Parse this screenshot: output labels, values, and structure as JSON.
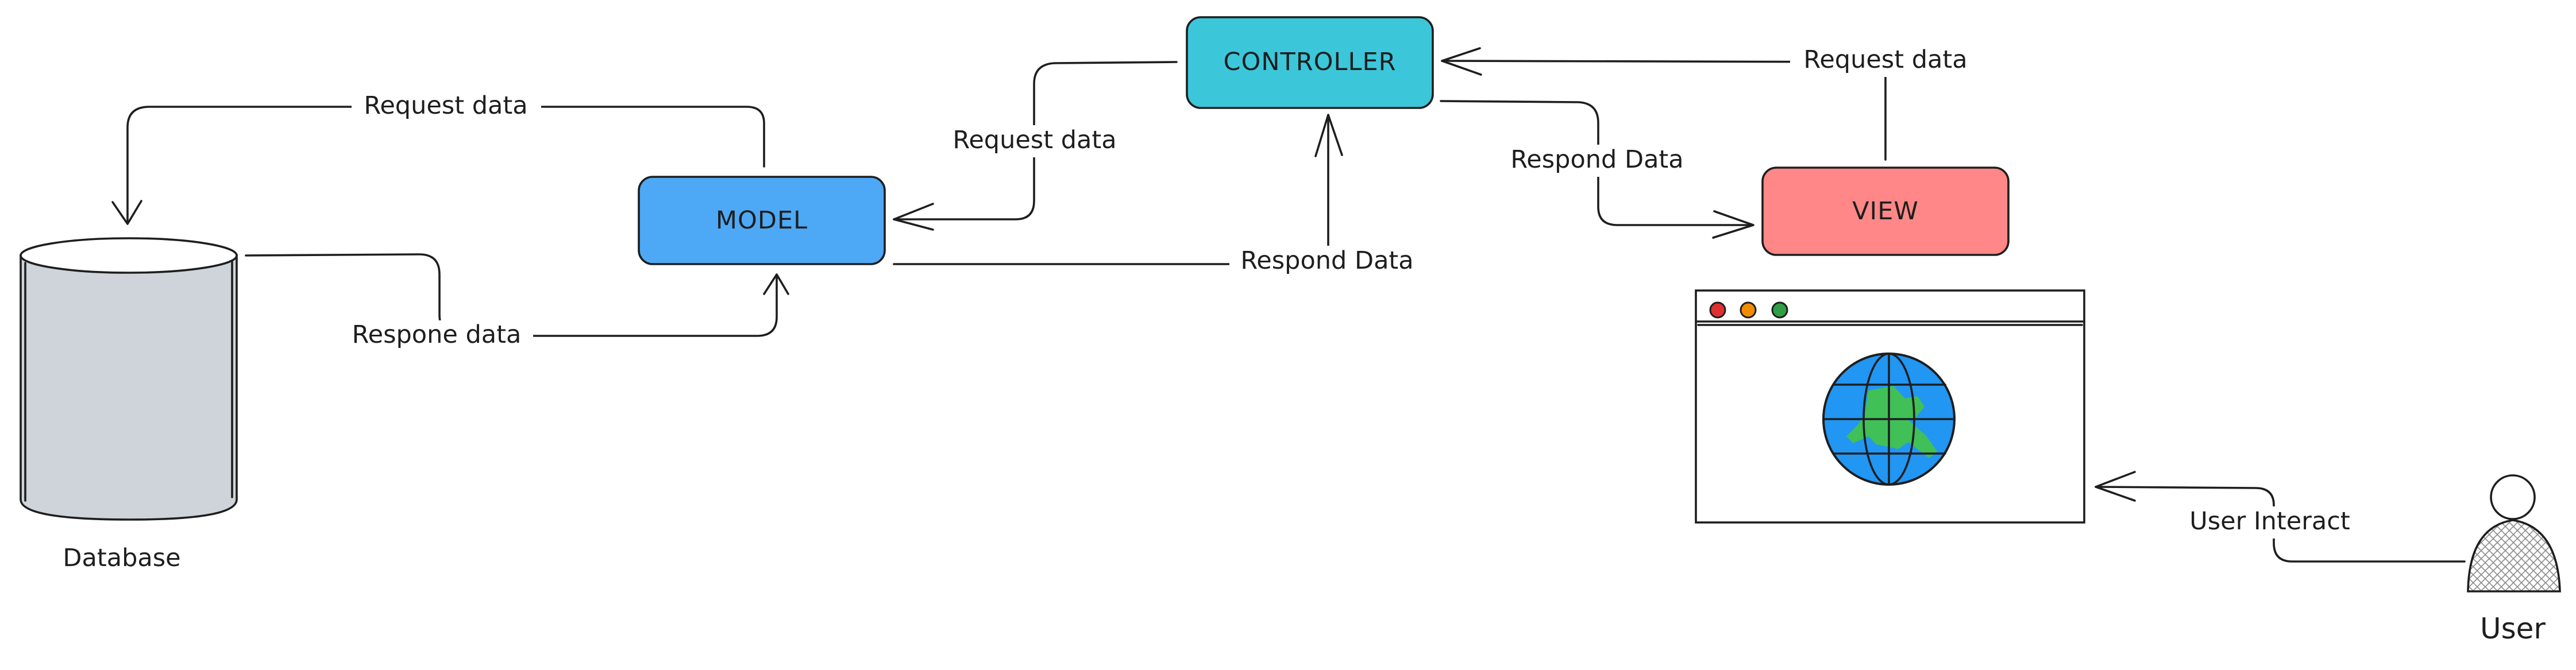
{
  "nodes": {
    "controller": {
      "label": "CONTROLLER",
      "fill": "#3bc7d9"
    },
    "model": {
      "label": "MODEL",
      "fill": "#4da9f5"
    },
    "view": {
      "label": "VIEW",
      "fill": "#ff8787"
    },
    "database": {
      "label": "Database",
      "fill": "#ced4da"
    },
    "user": {
      "label": "User"
    },
    "browser": {
      "dots": [
        "#e03131",
        "#f08c00",
        "#2f9e44"
      ],
      "globe_ocean": "#2196f3",
      "globe_land": "#40c057"
    }
  },
  "edges": {
    "model_request_db": "Request data",
    "db_response_model": "Respone data",
    "controller_request_model": "Request data",
    "model_respond_controller": "Respond Data",
    "view_request_controller": "Request data",
    "controller_respond_view": "Respond Data",
    "user_interact": "User Interact"
  }
}
